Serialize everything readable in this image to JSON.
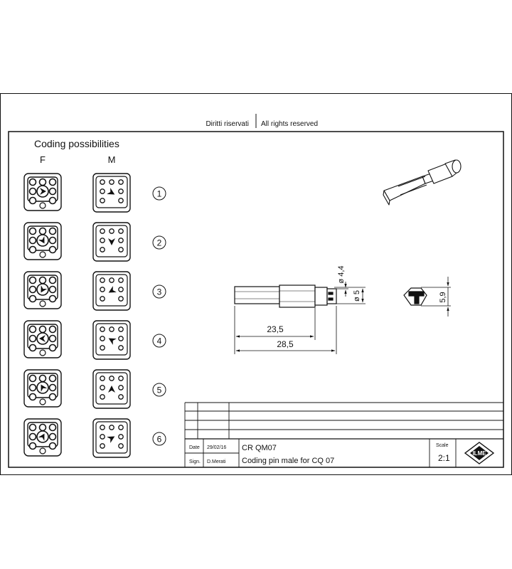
{
  "header": {
    "left_text": "Diritti riservati",
    "right_text": "All rights reserved"
  },
  "coding": {
    "title": "Coding possibilities",
    "female_label": "F",
    "male_label": "M",
    "variants": [
      "1",
      "2",
      "3",
      "4",
      "5",
      "6"
    ]
  },
  "dimensions": {
    "d_small": "ø 4,4",
    "d_large": "ø 5",
    "len_short": "23,5",
    "len_long": "28,5",
    "head_height": "5,9"
  },
  "title_block": {
    "date_label": "Date",
    "date_value": "29/02/16",
    "sign_label": "Sign.",
    "sign_value": "D.Merati",
    "code": "CR QM07",
    "description": "Coding pin male for CQ 07",
    "scale_label": "Scale",
    "scale_value": "2:1",
    "logo_text": "ILME"
  }
}
